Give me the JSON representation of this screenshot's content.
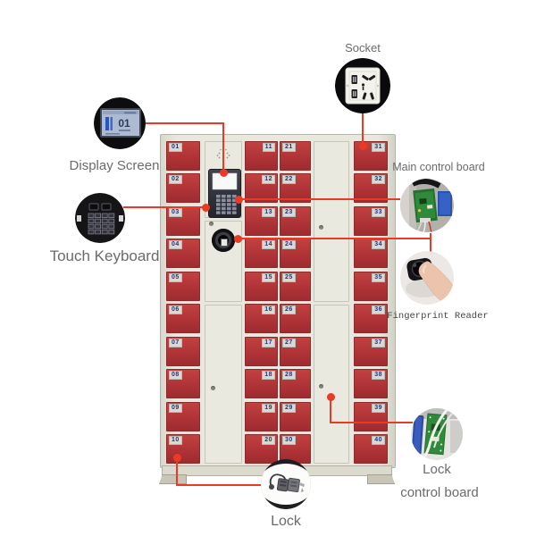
{
  "callouts": {
    "socket": {
      "label": "Socket"
    },
    "display_screen": {
      "label": "Display Screen",
      "lcd_text": "01"
    },
    "touch_keyboard": {
      "label": "Touch Keyboard"
    },
    "main_control_board": {
      "label": "Main control board"
    },
    "fingerprint_reader": {
      "label": "Fingerprint Reader"
    },
    "lock_control_board": {
      "label_line1": "Lock",
      "label_line2": "control board"
    },
    "lock": {
      "label": "Lock"
    }
  },
  "locker": {
    "door_columns": [
      {
        "position": "far-left",
        "numbers": [
          "01",
          "02",
          "03",
          "04",
          "05",
          "06",
          "07",
          "08",
          "09",
          "10"
        ]
      },
      {
        "position": "center-left",
        "numbers": [
          "11",
          "12",
          "13",
          "14",
          "15",
          "16",
          "17",
          "18",
          "19",
          "20"
        ]
      },
      {
        "position": "center-right",
        "numbers": [
          "21",
          "22",
          "23",
          "24",
          "25",
          "26",
          "27",
          "28",
          "29",
          "30"
        ]
      },
      {
        "position": "far-right",
        "numbers": [
          "31",
          "32",
          "33",
          "34",
          "35",
          "36",
          "37",
          "38",
          "39",
          "40"
        ]
      }
    ]
  },
  "colors": {
    "door_red": "#ae3236",
    "callout_red": "#ea3a26",
    "cabinet_beige": "#e9e8de",
    "label_gray": "#6b6b6b",
    "door_number_navy": "#293577"
  }
}
